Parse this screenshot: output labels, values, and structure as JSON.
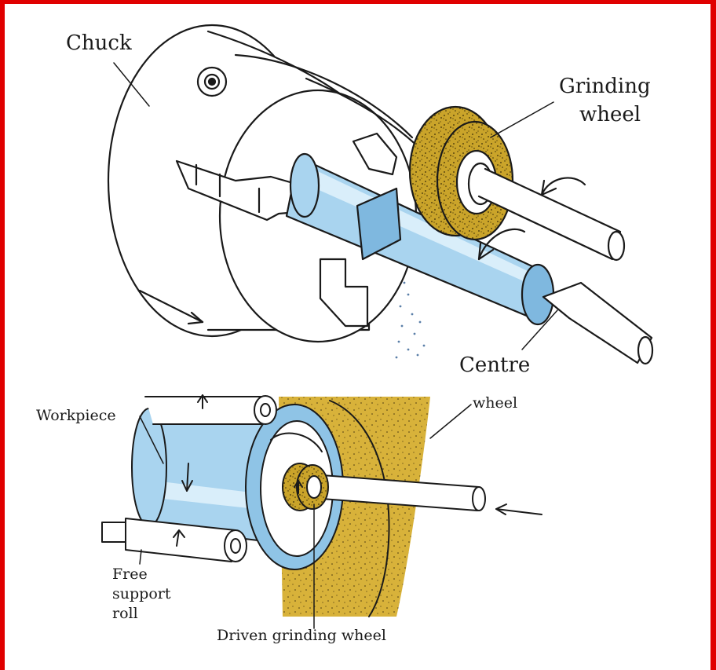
{
  "diagram": {
    "top_figure": {
      "labels": {
        "chuck": "Chuck",
        "grinding_wheel_line1": "Grinding",
        "grinding_wheel_line2": "wheel",
        "centre": "Centre"
      }
    },
    "bottom_figure": {
      "labels": {
        "wheel": "wheel",
        "workpiece": "Workpiece",
        "free_support_roll_line1": "Free",
        "free_support_roll_line2": "support",
        "free_support_roll_line3": "roll",
        "driven_grinding_wheel": "Driven grinding wheel"
      }
    },
    "colors": {
      "frame": "#e00000",
      "workpiece": "#a9d4ef",
      "workpiece_band": "#d9eefa",
      "grinding_wheel": "#c9a020",
      "outline": "#1a1a1a"
    }
  }
}
